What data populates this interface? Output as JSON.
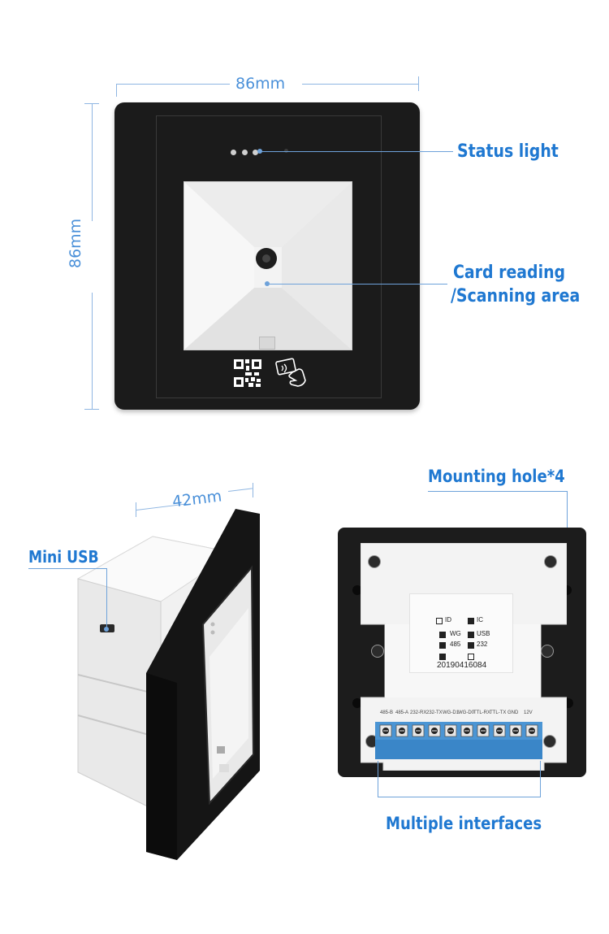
{
  "dimensions": {
    "width": "86mm",
    "height": "86mm",
    "depth": "42mm"
  },
  "callouts": {
    "status_light": "Status light",
    "card_reading_line1": "Card reading",
    "card_reading_line2": "/Scanning area",
    "mini_usb": "Mini USB",
    "mounting_hole": "Mounting hole*4",
    "multiple_interfaces": "Multiple interfaces"
  },
  "sticker": {
    "rows": [
      [
        "ID",
        "IC"
      ],
      [
        "WG",
        "USB"
      ],
      [
        "485",
        "232"
      ]
    ],
    "serial": "20190416084"
  },
  "terminals": [
    "485-B",
    "485-A",
    "232-RX",
    "232-TX",
    "WG-D1",
    "WG-D0",
    "TTL-RX",
    "TTL-TX",
    "GND",
    "12V"
  ],
  "colors": {
    "accent": "#1f78d1",
    "device_body": "#222222",
    "terminal_block": "#3a86c8"
  },
  "icons": [
    "qr-code-icon",
    "nfc-card-icon"
  ]
}
